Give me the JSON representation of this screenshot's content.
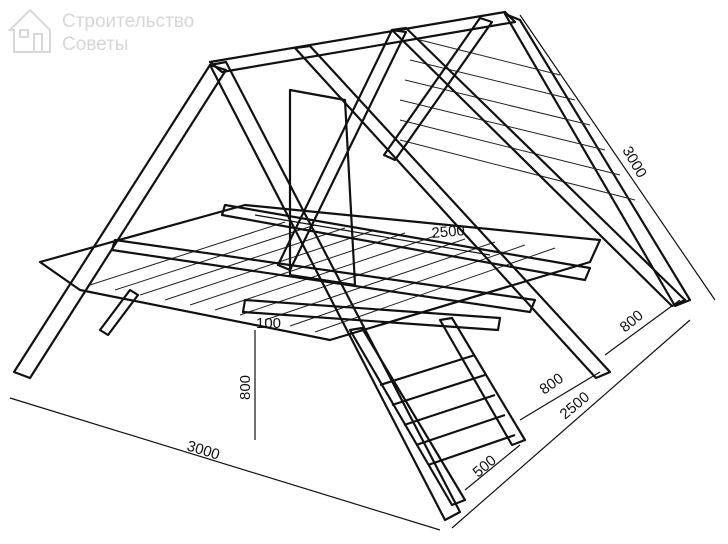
{
  "watermark": {
    "line1": "Строительство",
    "line2": "Советы",
    "icon": "house-icon"
  },
  "dimensions": {
    "overall_height": "3000",
    "floor_depth": "2500",
    "floor_overhang": "100",
    "floor_height": "800",
    "base_length": "3000",
    "ladder_width": "500",
    "ladder_offset": "800",
    "base_width": "2500",
    "rear_offset": "800"
  }
}
